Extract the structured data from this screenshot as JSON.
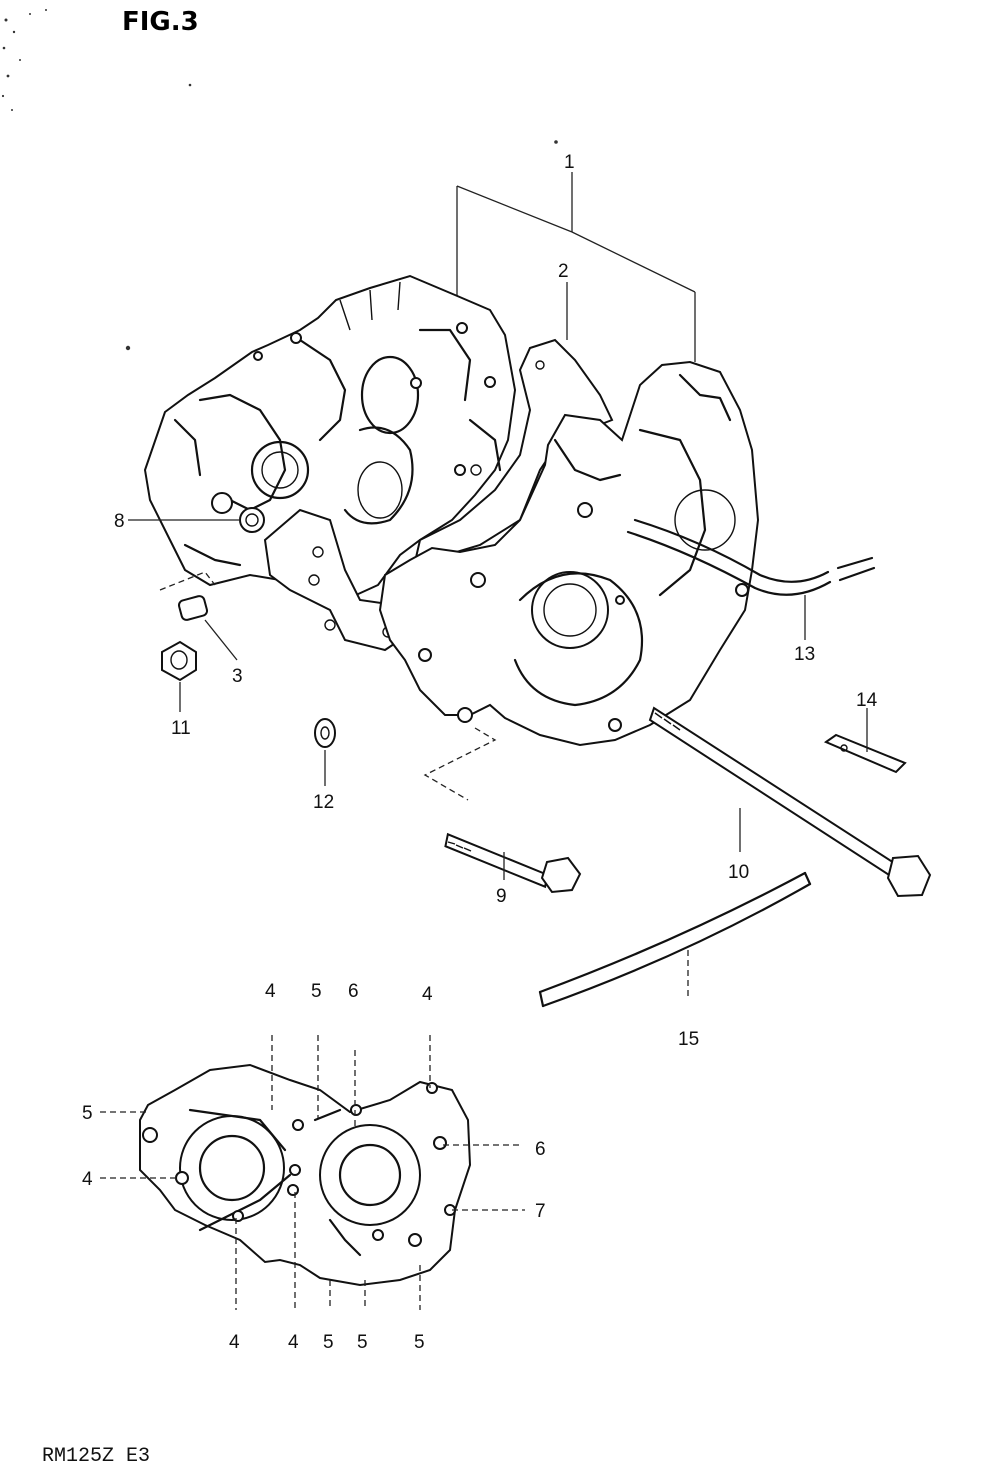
{
  "figure": {
    "title": "FIG.3",
    "model": "RM125Z E3"
  },
  "callouts": {
    "c1": "1",
    "c2": "2",
    "c3": "3",
    "c8": "8",
    "c9": "9",
    "c10": "10",
    "c11": "11",
    "c12": "12",
    "c13": "13",
    "c14": "14",
    "c15": "15"
  },
  "inset_callouts": {
    "top": [
      "4",
      "5",
      "6",
      "4"
    ],
    "left": [
      "5",
      "4"
    ],
    "right": [
      "6",
      "7"
    ],
    "bottom": [
      "4",
      "4",
      "5",
      "5",
      "5"
    ]
  }
}
